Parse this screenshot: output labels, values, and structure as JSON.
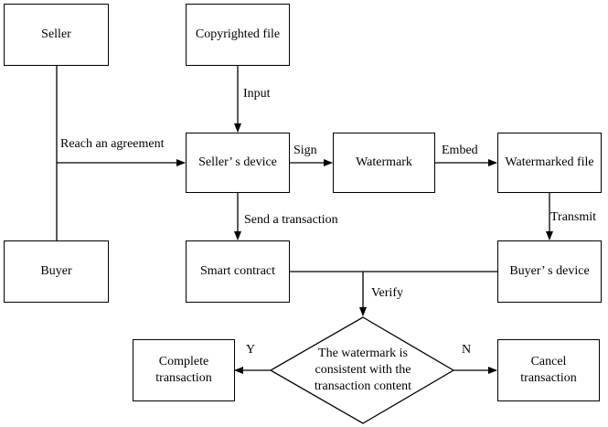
{
  "nodes": {
    "seller": "Seller",
    "copyrighted_file": "Copyrighted file",
    "buyer": "Buyer",
    "sellers_device": "Seller’ s device",
    "watermark": "Watermark",
    "watermarked_file": "Watermarked file",
    "smart_contract": "Smart contract",
    "buyers_device": "Buyer’ s device",
    "decision_line1": "The watermark is",
    "decision_line2": "consistent with the",
    "decision_line3": "transaction content",
    "complete_line1": "Complete",
    "complete_line2": "transaction",
    "cancel_line1": "Cancel",
    "cancel_line2": "transaction"
  },
  "edges": {
    "input": "Input",
    "reach_agreement": "Reach an agreement",
    "sign": "Sign",
    "embed": "Embed",
    "send_transaction": "Send a transaction",
    "transmit": "Transmit",
    "verify": "Verify",
    "yes": "Y",
    "no": "N"
  }
}
